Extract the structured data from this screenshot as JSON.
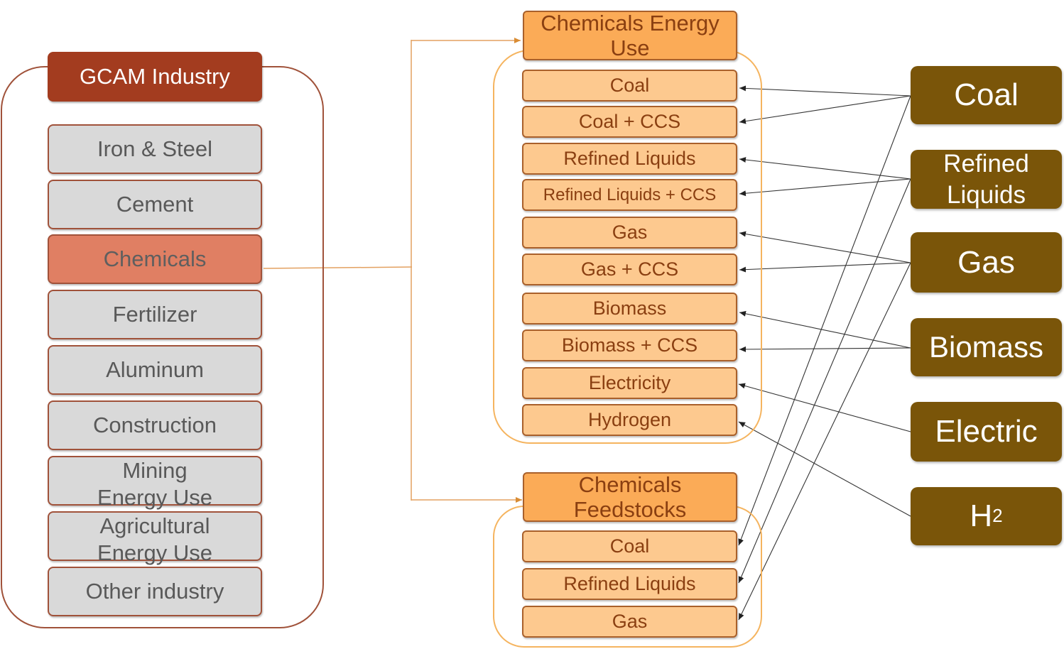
{
  "industry": {
    "title": "GCAM Industry",
    "sectors": [
      "Iron & Steel",
      "Cement",
      "Chemicals",
      "Fertilizer",
      "Aluminum",
      "Construction",
      "Mining\nEnergy Use",
      "Agricultural\nEnergy Use",
      "Other industry"
    ],
    "selected": "Chemicals"
  },
  "energy_use": {
    "title": "Chemicals Energy Use",
    "items": [
      "Coal",
      "Coal  + CCS",
      "Refined  Liquids",
      "Refined Liquids + CCS",
      "Gas",
      "Gas  + CCS",
      "Biomass",
      "Biomass  + CCS",
      "Electricity",
      "Hydrogen"
    ]
  },
  "feedstocks": {
    "title": "Chemicals Feedstocks",
    "items": [
      "Coal",
      "Refined Liquids",
      "Gas"
    ]
  },
  "fuels": {
    "coal": "Coal",
    "refined_liquids": "Refined Liquids",
    "gas": "Gas",
    "biomass": "Biomass",
    "electric": "Electric",
    "h2_base": "H",
    "h2_sub": "2"
  },
  "colors": {
    "industry_header": "#a33c1f",
    "industry_box": "#d9d9d9",
    "industry_selected": "#e07f63",
    "chem_item": "#fdc98f",
    "chem_header": "#fbab57",
    "fuel_box": "#7a5509",
    "chem_frame": "#f5b45f",
    "industry_frame": "#a0523a"
  }
}
